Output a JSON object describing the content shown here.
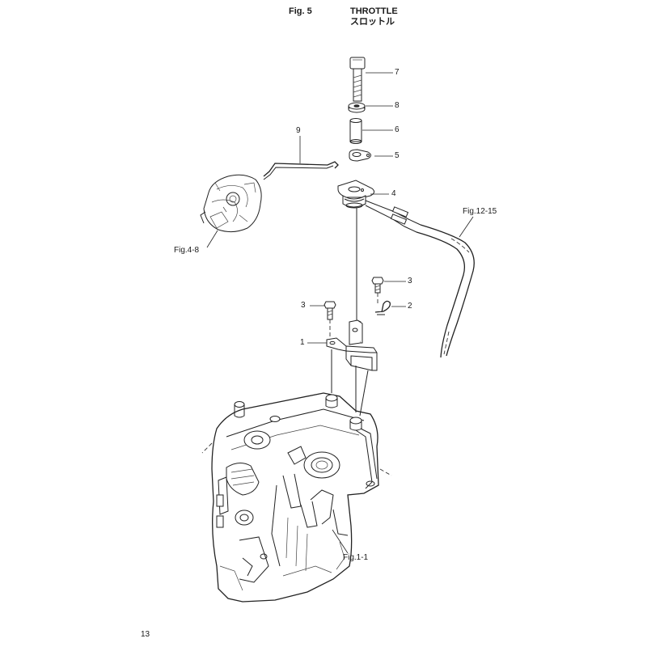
{
  "header": {
    "figure_label": "Fig. 5",
    "title": "THROTTLE",
    "subtitle": "スロットル"
  },
  "callouts": {
    "p7": "7",
    "p8": "8",
    "p6": "6",
    "p5": "5",
    "p4": "4",
    "p9": "9",
    "p3a": "3",
    "p2": "2",
    "p3b": "3",
    "p1": "1"
  },
  "references": {
    "fig_12_15": "Fig.12-15",
    "fig_4_8": "Fig.4-8",
    "fig_1_1": "Fig.1-1"
  },
  "footer": {
    "page_number": "13"
  }
}
